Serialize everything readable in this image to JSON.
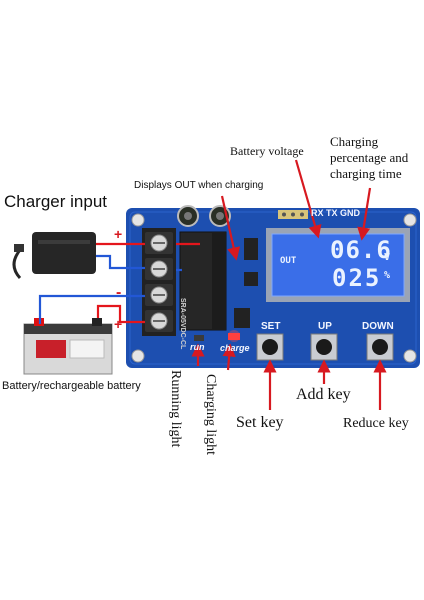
{
  "labels": {
    "charger_input": "Charger input",
    "battery": "Battery/rechargeable battery",
    "displays_out": "Displays OUT when charging",
    "battery_voltage": "Battery voltage",
    "charging_pct_line1": "Charging",
    "charging_pct_line2": "percentage and",
    "charging_pct_line3": "charging time",
    "running_light": "Running light",
    "charging_light": "Charging light",
    "set_key": "Set key",
    "add_key": "Add key",
    "reduce_key": "Reduce key"
  },
  "board": {
    "header_pins": "RX TX GND",
    "set": "SET",
    "up": "UP",
    "down": "DOWN",
    "run": "run",
    "charge": "charge",
    "relay_text": "SRA-05VDC-CL",
    "plus": "+",
    "minus": "-"
  },
  "lcd": {
    "out": "OUT",
    "voltage": "06.6",
    "voltage_unit": "V",
    "percent": "025",
    "percent_unit": "%"
  },
  "colors": {
    "board": "#1d4fb0",
    "lcd": "#3a6ee8",
    "arrow": "#d71920",
    "wire_red": "#e4161c",
    "wire_blue": "#2257d6",
    "wire_black": "#222222"
  }
}
